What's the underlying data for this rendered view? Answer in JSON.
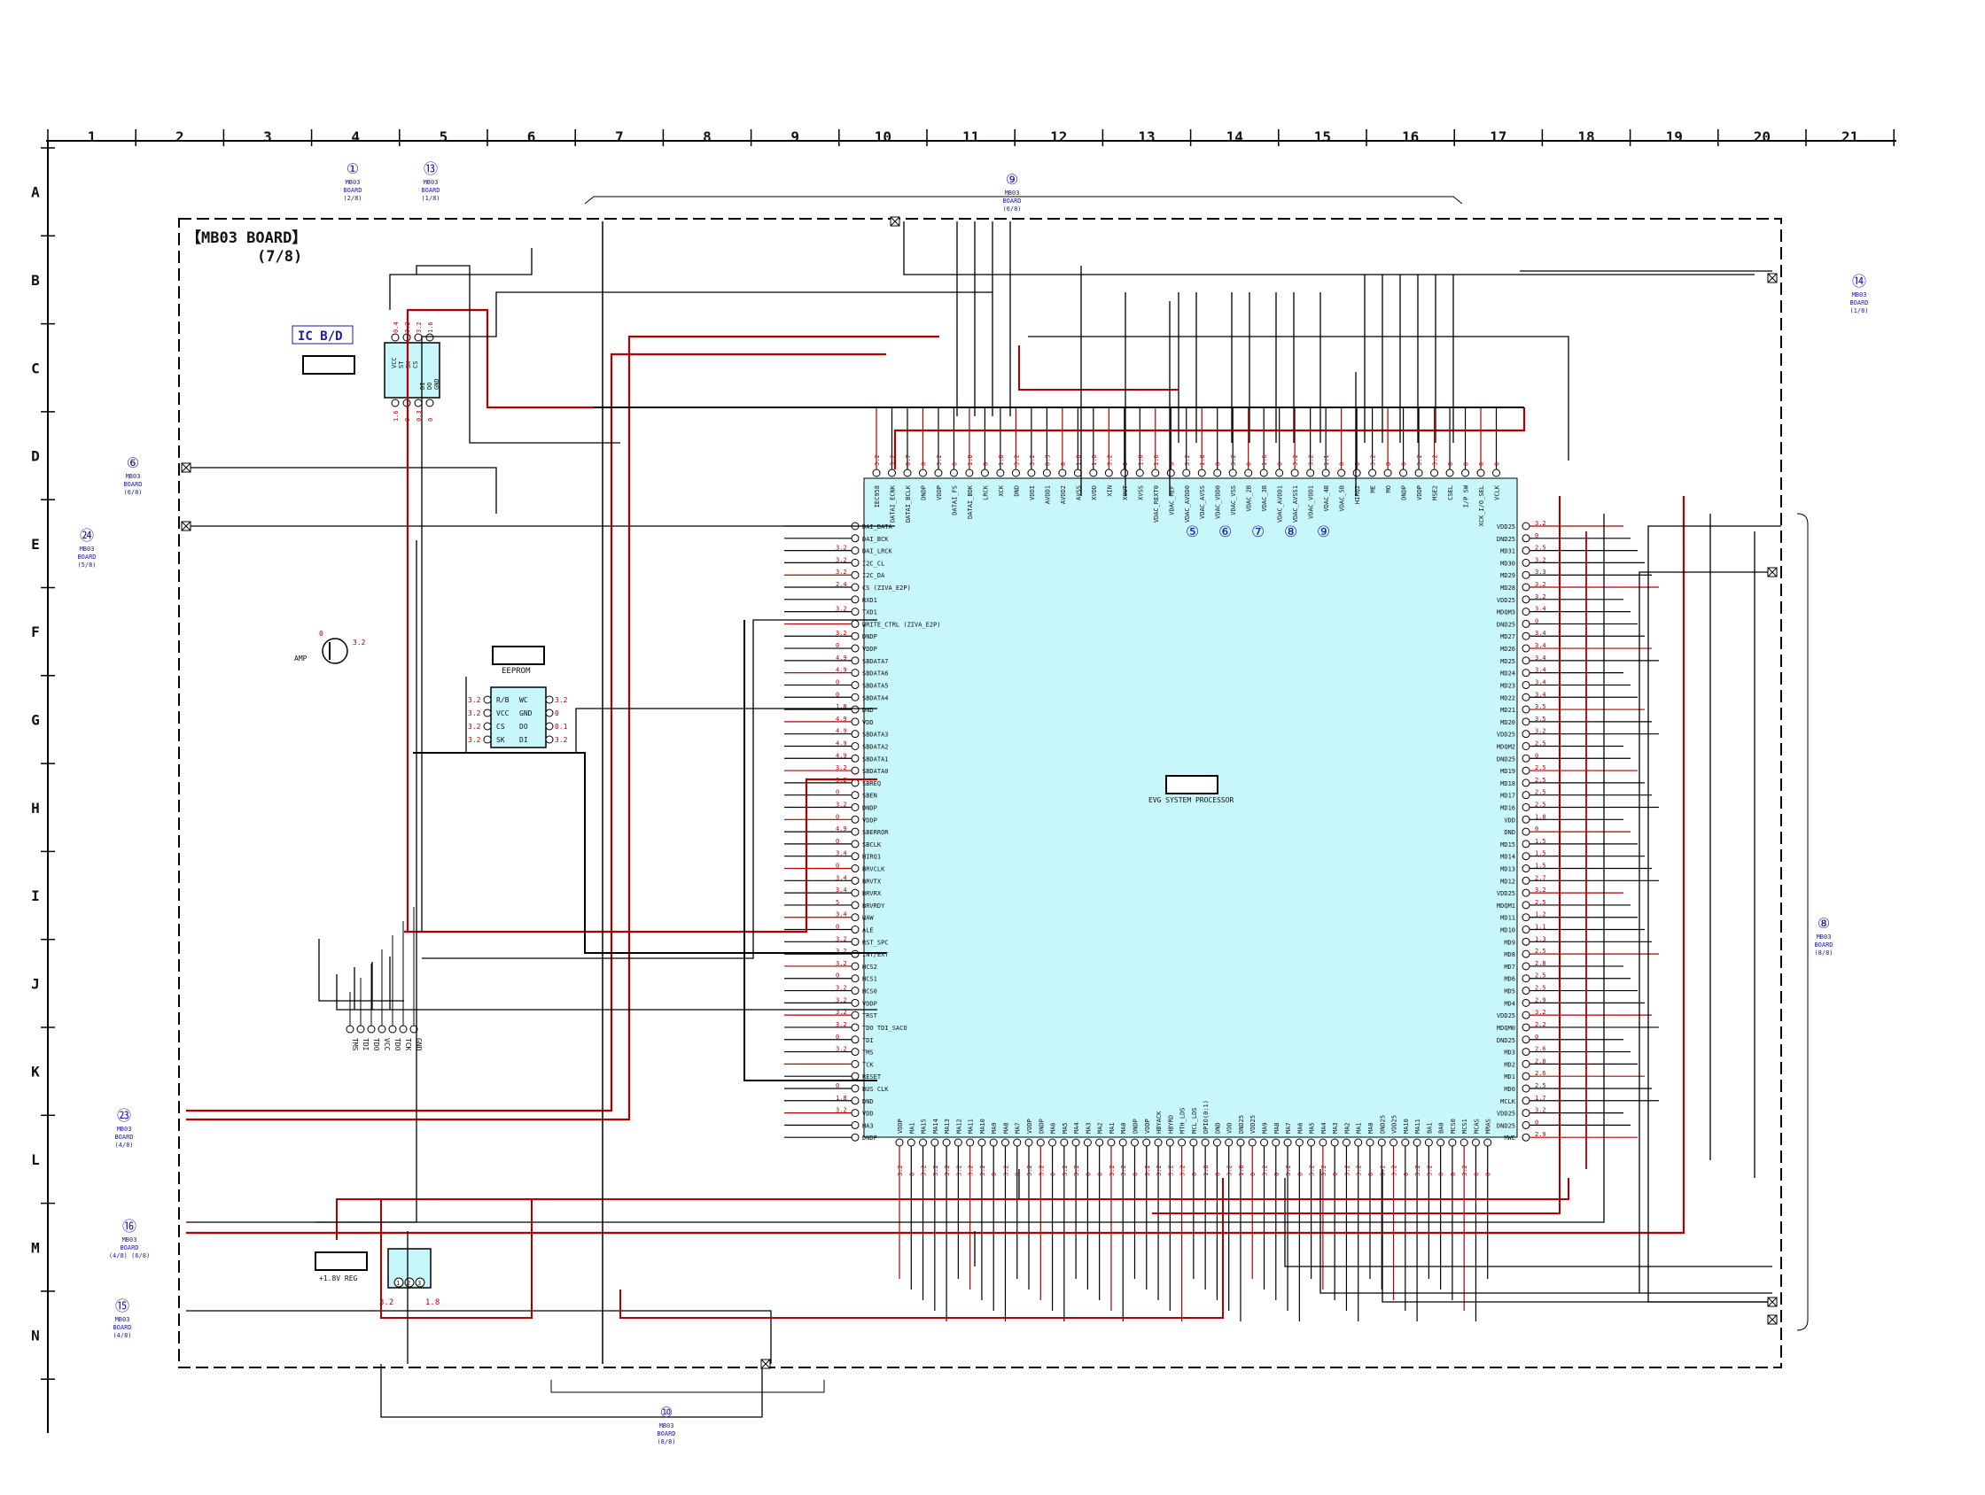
{
  "grid": {
    "columns": [
      "1",
      "2",
      "3",
      "4",
      "5",
      "6",
      "7",
      "8",
      "9",
      "10",
      "11",
      "12",
      "13",
      "14",
      "15",
      "16",
      "17",
      "18",
      "19",
      "20",
      "21"
    ],
    "rows": [
      "A",
      "B",
      "C",
      "D",
      "E",
      "F",
      "G",
      "H",
      "I",
      "J",
      "K",
      "L",
      "M",
      "N"
    ]
  },
  "board": {
    "title": "【MB03 BOARD】",
    "subtitle": "(7/8)"
  },
  "labels": {
    "ic_bd": "IC B/D",
    "eeprom": "EEPROM",
    "processor": "EVG SYSTEM PROCESSOR",
    "amp": "AMP",
    "reg": "+1.8V REG"
  },
  "connectors": [
    {
      "num": "①",
      "board": "MB03",
      "sub": "BOARD",
      "page": "(2/8)"
    },
    {
      "num": "⑬",
      "board": "MB03",
      "sub": "BOARD",
      "page": "(1/8)"
    },
    {
      "num": "⑨",
      "board": "MB03",
      "sub": "BOARD",
      "page": "(6/8)"
    },
    {
      "num": "⑭",
      "board": "MB03",
      "sub": "BOARD",
      "page": "(1/8)"
    },
    {
      "num": "⑥",
      "board": "MB03",
      "sub": "BOARD",
      "page": "(6/8)"
    },
    {
      "num": "㉔",
      "board": "MB03",
      "sub": "BOARD",
      "page": "(5/8)"
    },
    {
      "num": "⑧",
      "board": "MB03",
      "sub": "BOARD",
      "page": "(8/8)"
    },
    {
      "num": "㉓",
      "board": "MB03",
      "sub": "BOARD",
      "page": "(4/8)"
    },
    {
      "num": "⑯",
      "board": "MB03",
      "sub": "BOARD",
      "page": "(4/8)  (6/8)"
    },
    {
      "num": "⑮",
      "board": "MB03",
      "sub": "BOARD",
      "page": "(4/8)"
    },
    {
      "num": "⑩",
      "board": "MB03",
      "sub": "BOARD",
      "page": "(8/8)"
    }
  ],
  "ic_main": {
    "top_pins": [
      "IEC958",
      "DATAI_ECNK",
      "DATAI_BCLK",
      "DNDP",
      "VDDP",
      "DATAI_FS",
      "DATAI_BDK",
      "LRCK",
      "XCK",
      "DND",
      "VDDI",
      "AVDD1",
      "AVDD2",
      "AVSS",
      "XVDD",
      "XIN",
      "XOUT",
      "XVSS",
      "VDAC_REXT0",
      "VDAC_REF",
      "VDAC_AVDD0",
      "VDAC_AVSS",
      "VDAC_VDD0",
      "VDAC_VSS",
      "VDAC_2B",
      "VDAC_3B",
      "VDAC_AVDD1",
      "VDAC_AVSS1",
      "VDAC_VDD1",
      "VDAC_4B",
      "VDAC_5B",
      "HIRQ2",
      "ME",
      "MO",
      "DNDP",
      "VDDP",
      "MSE2",
      "CSEL",
      "I/P SW",
      "XCK_I/O_SEL",
      "VCLK"
    ],
    "top_values": [
      "3.2",
      "3.2",
      "0.7",
      "0",
      "3.2",
      "0",
      "1.8",
      "0",
      "1.8",
      "3.2",
      "3.2",
      "0.3",
      "0",
      "1.8",
      "1.6",
      "3.2",
      "0",
      "1.8",
      "1.6",
      "0",
      "3.2",
      "1.8",
      "0",
      "3.2",
      "0",
      "1.6",
      "0",
      "3.2",
      "3.2",
      "1.1",
      "0",
      "0",
      "3.2",
      "0",
      "0",
      "3.2",
      "3.2",
      "0",
      "0",
      "0",
      "0"
    ],
    "left_pins": [
      "DAI_DATA",
      "DAI_BCK",
      "DAI_LRCK",
      "I2C_CL",
      "I2C_DA",
      "CS (ZIVA_E2P)",
      "RXD1",
      "TXD1",
      "WRITE_CTRL (ZIVA_E2P)",
      "DNDP",
      "VDDP",
      "SBDATA7",
      "SBDATA6",
      "SBDATA5",
      "SBDATA4",
      "DND",
      "VDD",
      "SBDATA3",
      "SBDATA2",
      "SBDATA1",
      "SBDATA0",
      "SBREQ",
      "SBEN",
      "DNDP",
      "VDDP",
      "SBERROR",
      "SBCLK",
      "HIRQ1",
      "BRVCLK",
      "BRVTX",
      "BRVRX",
      "BRVRDY",
      "WAW",
      "ALE",
      "RST_SPC",
      "INT/EXT",
      "HCS2",
      "HCS1",
      "HCS0",
      "VDDP",
      "TRST",
      "TDO  TDI_SACO",
      "TDI",
      "TMS",
      "TCK",
      "RESET",
      "BUS CLK",
      "DND",
      "VDD",
      "HA3",
      "DNDP"
    ],
    "left_values": [
      "",
      "",
      "3.2",
      "3.2",
      "3.2",
      "2.4",
      "",
      "3.2",
      "",
      "3.2",
      "0",
      "4.9",
      "4.9",
      "0",
      "0",
      "1.8",
      "4.9",
      "4.9",
      "4.9",
      "4.9",
      "3.2",
      "3.2",
      "0",
      "3.2",
      "0",
      "4.9",
      "0",
      "3.4",
      "0",
      "3.4",
      "3.4",
      "5",
      "3.4",
      "0",
      "3.2",
      "3.2",
      "3.2",
      "0",
      "3.2",
      "3.2",
      "3.2",
      "3.2",
      "0",
      "3.2",
      "",
      "",
      "0",
      "1.8",
      "3.2",
      "",
      ""
    ],
    "right_pins": [
      "VDD25",
      "DND25",
      "MD31",
      "MD30",
      "MD29",
      "MD28",
      "VDD25",
      "MDQM3",
      "DND25",
      "MD27",
      "MD26",
      "MD25",
      "MD24",
      "MD23",
      "MD22",
      "MD21",
      "MD20",
      "VDD25",
      "MDQM2",
      "DND25",
      "MD19",
      "MD18",
      "MD17",
      "MD16",
      "VDD",
      "DND",
      "MD15",
      "MD14",
      "MD13",
      "MD12",
      "VDD25",
      "MDQM1",
      "MD11",
      "MD10",
      "MD9",
      "MD8",
      "MD7",
      "MD6",
      "MD5",
      "MD4",
      "VDD25",
      "MDQM0",
      "DND25",
      "MD3",
      "MD2",
      "MD1",
      "MD0",
      "MCLK",
      "VDD25",
      "DND25",
      "MWE"
    ],
    "right_values": [
      "3.2",
      "0",
      "2.5",
      "3.2",
      "3.3",
      "3.2",
      "3.2",
      "3.4",
      "0",
      "3.4",
      "3.4",
      "3.4",
      "3.4",
      "3.4",
      "3.4",
      "3.5",
      "3.5",
      "3.2",
      "2.5",
      "0",
      "2.5",
      "2.5",
      "2.5",
      "2.5",
      "1.8",
      "0",
      "1.5",
      "1.5",
      "1.5",
      "2.7",
      "3.2",
      "2.5",
      "1.2",
      "1.1",
      "1.3",
      "2.5",
      "2.8",
      "2.5",
      "2.5",
      "2.9",
      "3.2",
      "2.2",
      "0",
      "2.6",
      "2.8",
      "2.6",
      "2.5",
      "1.7",
      "3.2",
      "0",
      "2.9"
    ],
    "bottom_pins": [
      "VDDP",
      "MA1",
      "MA15",
      "MA14",
      "MA13",
      "MA12",
      "MA11",
      "MA10",
      "MA9",
      "MA8",
      "MA7",
      "VDDP",
      "DNDP",
      "MA6",
      "MA5",
      "MA4",
      "MA3",
      "MA2",
      "MA1",
      "MA0",
      "DNDP",
      "VDDP",
      "HBYACK",
      "HBYRD",
      "MTH_LDS",
      "MCL_LDS",
      "DPIO(0:1)",
      "DND",
      "VDD",
      "DND25",
      "VDD25",
      "MA9",
      "MA8",
      "MA7",
      "MA6",
      "MA5",
      "MA4",
      "MA3",
      "MA2",
      "MA1",
      "MA0",
      "DND25",
      "VDD25",
      "MA10",
      "MA11",
      "BA1",
      "BA0",
      "MCS0",
      "MCS1",
      "MCAS",
      "MRAS"
    ],
    "bottom_values": [
      "3.2",
      "0",
      "3.2",
      "3.2",
      "3.2",
      "3.2",
      "3.2",
      "3.2",
      "0",
      "3.2",
      "0",
      "3.2",
      "3.2",
      "0",
      "3.2",
      "3.2",
      "0",
      "0",
      "3.2",
      "3.2",
      "0",
      "3.2",
      "3.2",
      "3.2",
      "3.2",
      "0",
      "1.8",
      "0",
      "3.2",
      "1.8",
      "0",
      "3.2",
      "0",
      "3.2",
      "0",
      "3.2",
      "3.2",
      "0",
      "3.2",
      "3.2",
      "0",
      "3.2",
      "3.2",
      "0",
      "3.2",
      "3.2",
      "0",
      "0",
      "3.2",
      "0",
      "0"
    ]
  },
  "sub_ic": {
    "ic_bd_pins_top": [
      "0.4",
      "3.2",
      "3.2",
      "1.6"
    ],
    "ic_bd_inner": [
      "VCC",
      "ST",
      "SK",
      "CS",
      "DI",
      "DO",
      "GND"
    ],
    "ic_bd_pins_bottom": [
      "1.6",
      "0",
      "0.3",
      "0"
    ],
    "eeprom_pins_left": [
      "R/B",
      "VCC",
      "CS",
      "SK"
    ],
    "eeprom_pins_right": [
      "WC",
      "GND",
      "DO",
      "DI"
    ],
    "eeprom_values_left": [
      "3.2",
      "3.2",
      "3.2",
      "3.2"
    ],
    "eeprom_values_right": [
      "3.2",
      "0",
      "0.1",
      "3.2"
    ],
    "amp_values": [
      "0",
      "3.2"
    ],
    "reg_pins": [
      "1",
      "2",
      "3"
    ],
    "reg_values": [
      "3.2",
      "1.8"
    ],
    "test_pads": [
      "TMS",
      "TDI",
      "TDO",
      "VCC",
      "TDO",
      "TCK",
      "GND"
    ],
    "mid_numbers": [
      "⑤",
      "⑥",
      "⑦",
      "⑧",
      "⑨"
    ]
  }
}
